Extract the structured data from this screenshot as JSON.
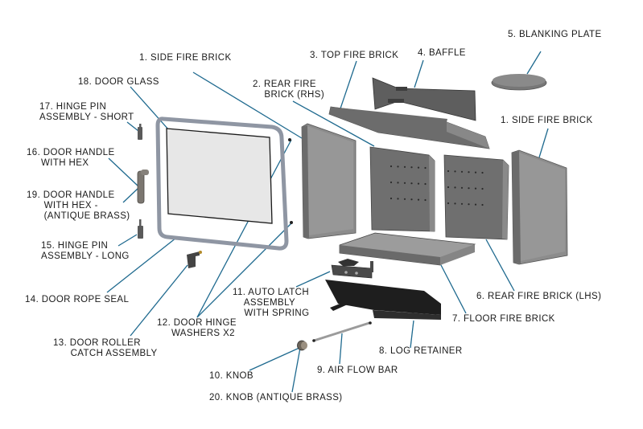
{
  "title": "Stove exploded parts diagram",
  "leader_color": "#1f6a8f",
  "labels": {
    "p1a": "1. SIDE FIRE BRICK",
    "p1b": "1. SIDE FIRE BRICK",
    "p2": "2. REAR FIRE\n    BRICK (RHS)",
    "p3": "3. TOP FIRE BRICK",
    "p4": "4. BAFFLE",
    "p5": "5. BLANKING PLATE",
    "p6": "6. REAR FIRE BRICK (LHS)",
    "p7": "7. FLOOR FIRE BRICK",
    "p8": "8. LOG RETAINER",
    "p9": "9. AIR FLOW BAR",
    "p10": "10. KNOB",
    "p11": "11. AUTO LATCH\n    ASSEMBLY\n    WITH SPRING",
    "p12": "12. DOOR HINGE\n     WASHERS X2",
    "p13": "13. DOOR ROLLER\n      CATCH ASSEMBLY",
    "p14": "14. DOOR ROPE SEAL",
    "p15": "15. HINGE PIN\nASSEMBLY - LONG",
    "p16": "16. DOOR HANDLE\n     WITH HEX",
    "p17": "17. HINGE PIN\nASSEMBLY - SHORT",
    "p18": "18. DOOR GLASS",
    "p19": "19. DOOR HANDLE\n      WITH HEX -\n      (ANTIQUE BRASS)",
    "p20": "20. KNOB (ANTIQUE BRASS)"
  }
}
